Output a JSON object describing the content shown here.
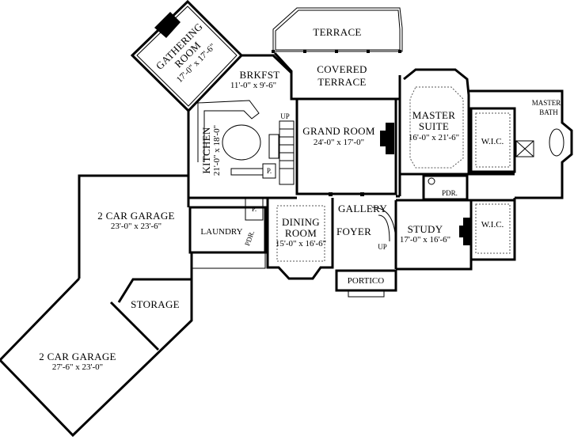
{
  "rooms": {
    "terrace": {
      "name": "TERRACE"
    },
    "covered_terrace": {
      "name_line1": "COVERED",
      "name_line2": "TERRACE"
    },
    "gathering_room": {
      "name_line1": "GATHERING",
      "name_line2": "ROOM",
      "size": "17'-0\" x 17'-6\""
    },
    "brkfst": {
      "name": "BRKFST",
      "size": "11'-0\" x 9'-6\""
    },
    "kitchen": {
      "name": "KITCHEN",
      "size": "21'-0\" x 18'-0\""
    },
    "grand_room": {
      "name": "GRAND ROOM",
      "size": "24'-0\" x 17'-0\""
    },
    "master_suite": {
      "name_line1": "MASTER",
      "name_line2": "SUITE",
      "size": "16'-0\" x 21'-6\""
    },
    "master_bath": {
      "name_line1": "MASTER",
      "name_line2": "BATH"
    },
    "wic_master": {
      "name": "W.I.C."
    },
    "wic_study": {
      "name": "W.I.C."
    },
    "gallery": {
      "name": "GALLERY"
    },
    "pdr_master": {
      "name": "PDR."
    },
    "pdr_laundry": {
      "name": "PDR."
    },
    "pantry_kitchen": {
      "name": "P."
    },
    "pantry_laundry": {
      "name": "P."
    },
    "study": {
      "name": "STUDY",
      "size": "17'-0\" x 16'-6\""
    },
    "foyer": {
      "name": "FOYER"
    },
    "dining_room": {
      "name_line1": "DINING",
      "name_line2": "ROOM",
      "size": "15'-0\" x 16'-6\""
    },
    "portico": {
      "name": "PORTICO"
    },
    "laundry": {
      "name": "LAUNDRY"
    },
    "garage_1": {
      "name": "2 CAR GARAGE",
      "size": "23'-0\" x 23'-6\""
    },
    "storage": {
      "name": "STORAGE"
    },
    "garage_2": {
      "name": "2 CAR GARAGE",
      "size": "27'-6\" x 23'-0\""
    }
  },
  "stairs": {
    "kitchen_stair_label": "UP",
    "foyer_stair_label": "UP"
  }
}
